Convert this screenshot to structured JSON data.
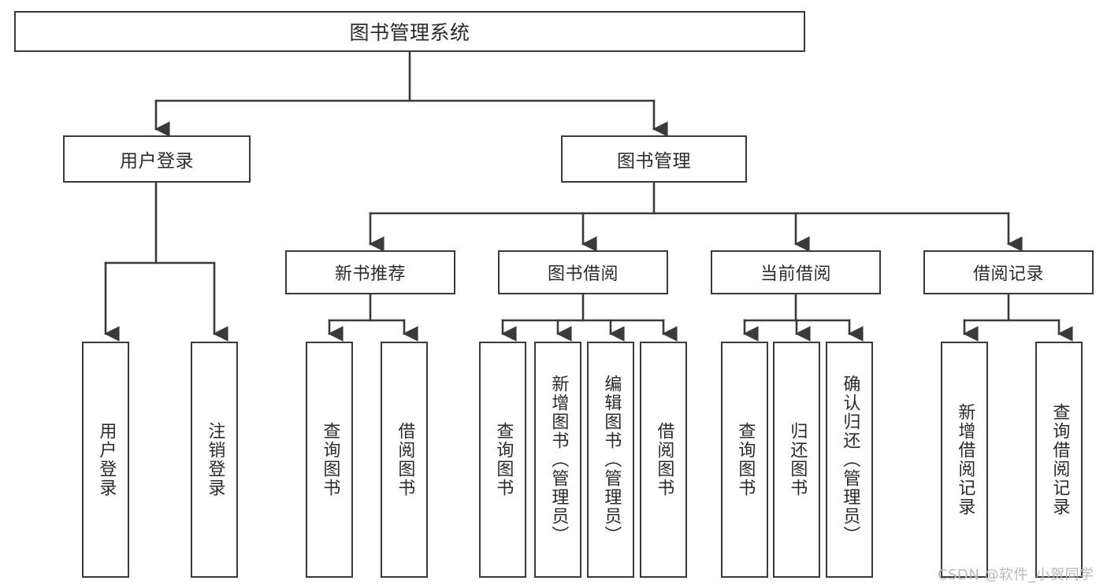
{
  "diagram": {
    "title": "图书管理系统",
    "type": "hierarchy-tree",
    "root": {
      "label": "图书管理系统"
    },
    "level2": [
      {
        "label": "用户登录"
      },
      {
        "label": "图书管理"
      }
    ],
    "level3": [
      {
        "label": "新书推荐"
      },
      {
        "label": "图书借阅"
      },
      {
        "label": "当前借阅"
      },
      {
        "label": "借阅记录"
      }
    ],
    "leaves": {
      "user_login": [
        {
          "label": "用户登录"
        },
        {
          "label": "注销登录"
        }
      ],
      "new_book_recommend": [
        {
          "label": "查询图书"
        },
        {
          "label": "借阅图书"
        }
      ],
      "book_borrow": [
        {
          "label": "查询图书"
        },
        {
          "label": "新增图书（管理员）"
        },
        {
          "label": "编辑图书（管理员）"
        },
        {
          "label": "借阅图书"
        }
      ],
      "current_borrow": [
        {
          "label": "查询图书"
        },
        {
          "label": "归还图书"
        },
        {
          "label": "确认归还（管理员）"
        }
      ],
      "borrow_record": [
        {
          "label": "新增借阅记录"
        },
        {
          "label": "查询借阅记录"
        }
      ]
    },
    "watermark": "CSDN @软件_小贺同学",
    "colors": {
      "border": "#3a3a3a",
      "text": "#2b2b2b",
      "background": "#ffffff",
      "watermark": "#b9b9b9"
    }
  }
}
